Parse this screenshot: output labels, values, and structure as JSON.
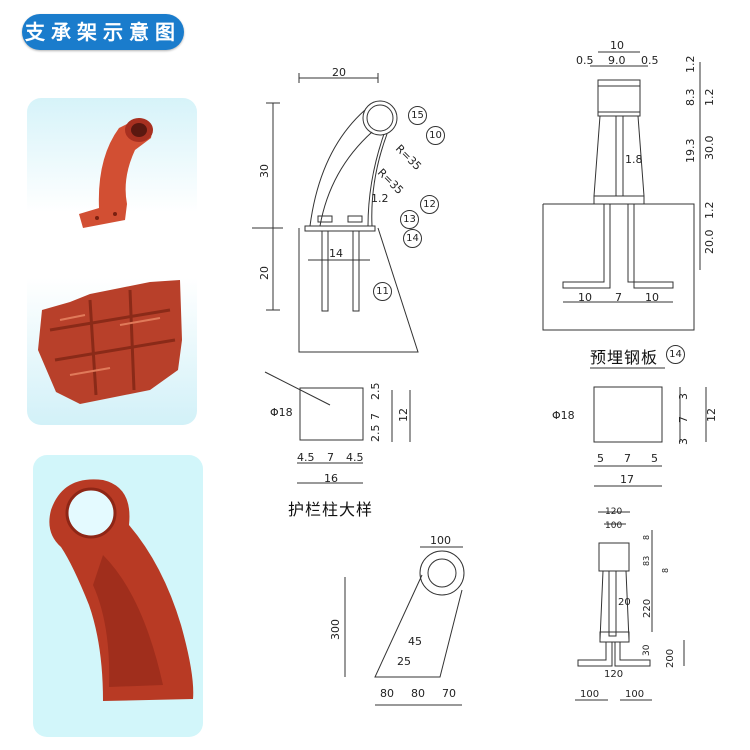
{
  "title": "支承架示意图",
  "colors": {
    "title_bg": "#1a7ccc",
    "title_text": "#ffffff",
    "panel_top_bg": "#d6f3f9",
    "panel_bottom_bg": "#d2f6fa",
    "casting_red": "#c8442c",
    "line": "#333333"
  },
  "photos": [
    {
      "name": "curved-bracket-photo",
      "description": "red curved bracket with tube"
    },
    {
      "name": "stacked-castings-photo",
      "description": "pile of red castings"
    },
    {
      "name": "bracket-closeup-photo",
      "description": "red bracket with ring top"
    }
  ],
  "drawing_side": {
    "dims": {
      "top_width": "20",
      "upper_height": "30",
      "lower_height": "20",
      "bolt_spacing": "14",
      "radius_outer": "R=35",
      "radius_inner": "R=35",
      "plate_thickness": "1.2"
    },
    "callouts": [
      "15",
      "10",
      "12",
      "13",
      "14",
      "11"
    ]
  },
  "drawing_front": {
    "dims": {
      "top_total": "10",
      "inner": "9.0",
      "edge_left": "0.5",
      "edge_right": "0.5",
      "d_1_2a": "1.2",
      "d_8_3": "8.3",
      "d_1_2b": "1.2",
      "d_19_3": "19.3",
      "d_30_0": "30.0",
      "web": "1.8",
      "d_1_2c": "1.2",
      "d_20_0": "20.0",
      "foot_left": "10",
      "foot_mid": "7",
      "foot_right": "10"
    },
    "caption": "预埋钢板",
    "caption_callout": "14"
  },
  "plate_left": {
    "hole": "Φ18",
    "v_dims": [
      "2.5",
      "7",
      "2.5"
    ],
    "v_total": "12",
    "h_dims": [
      "4.5",
      "7",
      "4.5"
    ],
    "h_total": "16",
    "caption": "护栏柱大样"
  },
  "plate_right": {
    "hole": "Φ18",
    "v_dims": [
      "3",
      "7",
      "3"
    ],
    "v_total": "12",
    "h_dims": [
      "5",
      "7",
      "5"
    ],
    "h_total": "17"
  },
  "drawing_bottom_side": {
    "dims": {
      "ring": "100",
      "height": "300",
      "inner_a": "45",
      "inner_b": "25",
      "base": [
        "80",
        "80",
        "70"
      ]
    }
  },
  "drawing_bottom_front": {
    "dims": {
      "top_outer": "120",
      "top_inner": "100",
      "d_8a": "8",
      "d_83": "83",
      "d_8b": "8",
      "web": "20",
      "d_220": "220",
      "d_30": "30",
      "d_200": "200",
      "base": "120",
      "foot_left": "100",
      "foot_right": "100"
    }
  }
}
